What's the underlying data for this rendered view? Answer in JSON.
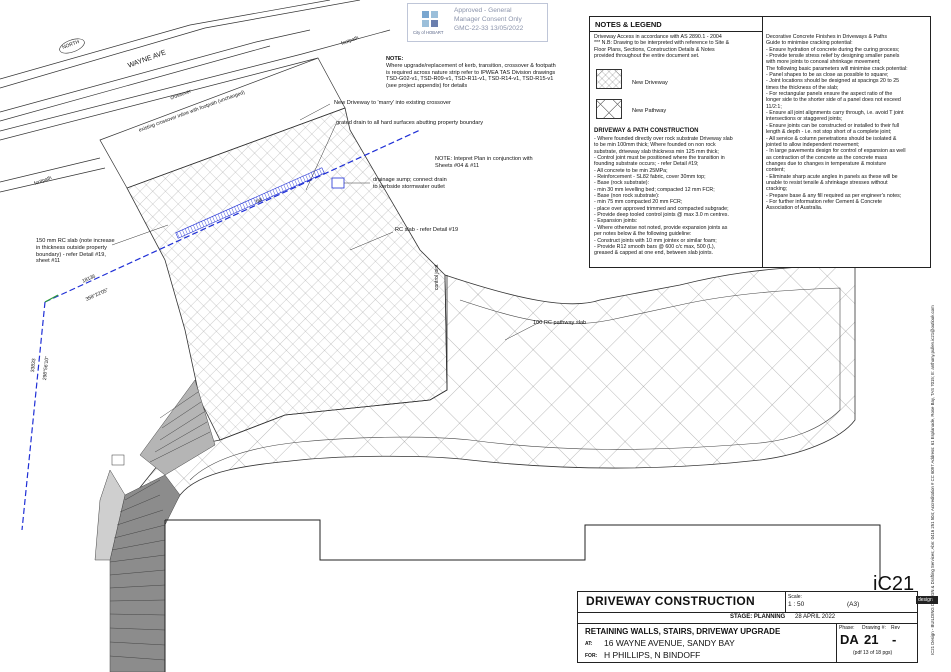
{
  "stamp": {
    "line1": "Approved - General",
    "line2": "Manager Consent Only",
    "line3": "GMC-22-33 13/05/2022",
    "logo_text": "City of HOBART"
  },
  "plan": {
    "north_label": "NORTH",
    "street": "WAYNE AVE",
    "footpath_top": "footpath",
    "footpath_left": "footpath",
    "crossover": "crossover",
    "existing_crossover": "existing crossover inline with footpath (unchanged)",
    "fall": "fall",
    "control_joint": "control joint",
    "bearing1_len": "18136",
    "bearing1_ang": "358°22'05\"",
    "bearing2_len": "33833",
    "bearing2_ang": "298°56'10\"",
    "note_title": "NOTE:",
    "note_lines": [
      "Where upgrade/replacement of kerb, transition, crossover & footpath",
      "is required across nature strip refer to IPWEA TAS Division drawings",
      "TSD-G02-v1, TSD-R09-v1, TSD-R11-v1, TSD-R14-v1, TSD-R15-v1",
      "(see project appendix) for details"
    ],
    "callout_new_driveway": "New Driveway to 'marry' into existing crossover",
    "callout_grated": "grated drain to all hard surfaces abutting property boundary",
    "note2_lines": [
      "NOTE: Intepret Plan in conjunction with",
      "Sheets #04 & #11"
    ],
    "callout_sump": [
      "drainage sump; connect drain",
      "to kerbside stormwater outlet"
    ],
    "callout_rc_slab": "RC slab - refer Detail #19",
    "callout_150": [
      "150 mm RC slab (note increase",
      "in thickness outside property",
      "boundary) - refer Detail #19,",
      "sheet #11"
    ],
    "callout_pathway": "100 RC pathway slab"
  },
  "legend": {
    "title": "NOTES & LEGEND",
    "access": "Driveway Access in accordance with AS 2890.1 - 2004",
    "nb_lines": [
      "*** N.B: Drawing to be interpreted with reference to Site &",
      "Floor Plans, Sections, Construction Details & Notes",
      "provided throughout the entire document set."
    ],
    "new_driveway": "New Driveway",
    "new_pathway": "New Pathway",
    "construction_title": "DRIVEWAY & PATH CONSTRUCTION",
    "construction_lines": [
      "- Where founded directly over rock substrate Driveway slab",
      "  to be min 100mm thick; Where founded on non rock",
      "  substrate, driveway slab thickness min 125 mm thick;",
      "- Control joint must be positioned where the transition in",
      "  founding substrate occurs; - refer Detail #19;",
      "- All concrete to be min 25MPa;",
      "- Reinforcement - SL82 fabric, cover 30mm top;",
      "- Base (rock substrate):",
      "  - min 30 mm levelling bed; compacted 12 mm FCR;",
      "- Base (non rock substrate):",
      "  - min 75 mm compacted  20 mm FCR;",
      "  - place over approved trimmed and compacted subgrade;",
      "- Provide deep tooled control joints @ max 3.0 m centres.",
      "- Expansion joints:",
      "  - Where otherwise not noted, provide expansion joints as",
      "    per notes below & the following guideline:",
      "  - Construct joints with 10 mm jointex or similar foam;",
      "  - Provide R12 smooth bars @ 600 c/c max, 500 (L),",
      "    greased & capped at one end, between slab joints."
    ],
    "right_lines": [
      "Decorative Concrete Finishes in Driveways & Paths",
      "Guide to minimise cracking potential:",
      "- Ensure hydration of concrete during the curing process;",
      "- Provide tensile stress relief by designing smaller panels",
      "  with more joints to conceal shrinkage movement;",
      "The following basic parameters will minimise crack potential:",
      "- Panel shapes to be as close as possible to square;",
      "- Joint locations should be designed at spacings 20 to 25",
      "  times the thickness of the slab;",
      "- For rectangular panels ensure the aspect ratio of the",
      "  longer side to the shorter side of a panel does not exceed",
      "  11/2:1;",
      "- Ensure all joint alignments carry through, i.e. avoid T joint",
      "  intersections or staggered joints;",
      "- Ensure joints can be constructed or installed to their full",
      "  length & depth - i.e. not stop short of a complete joint;",
      "- All service & column penetrations should be isolated &",
      "  jointed to allow independent movement;",
      "- In large pavements design for control of expansion as well",
      "  as contraction of the concrete as the concrete mass",
      "  changes due to changes in temperature & moisture",
      "  content;",
      "- Eliminate sharp acute angles in panels as these will be",
      "  unable to resist tensile & shrinkage stresses without",
      "  cracking;",
      "- Prepare base & any fill required as per engineer's notes;",
      "- For further information refer Cement & Concrete",
      "  Association of Australia."
    ]
  },
  "title_block": {
    "drawing_title": "DRIVEWAY CONSTRUCTION",
    "scale_label": "Scale:",
    "scale": "1 : 50",
    "paper": "(A3)",
    "stage": "STAGE: PLANNING",
    "date": "28 APRIL 2022",
    "project": "RETAINING WALLS, STAIRS, DRIVEWAY UPGRADE",
    "at_label": "AT:",
    "address": "16 WAYNE AVENUE, SANDY BAY",
    "for_label": "FOR:",
    "client": "H PHILLIPS, N BINDOFF",
    "phase_label": "Phase:",
    "drawing_label": "Drawing #:",
    "rev_label": "Rev",
    "phase": "DA",
    "drawing_no": "21",
    "rev": "-",
    "pages": "(pdf 13 of 18 pgs)",
    "logo": "iC21",
    "logo_sub": "design",
    "sidebar": "IC21 Design - BUILDING DESIGN & Drafting Services; Abn: 0416 251 504; Accreditation # CC 6097  Address: 61 Esplanade, Rose Bay, TAS 7015; E: anthony.pullen.ic21@outlook.com"
  },
  "colors": {
    "ink": "#111111",
    "boundary": "#1f2fd6",
    "boundary_green": "#2e9b3c",
    "hatch": "#9a9a9a",
    "stairs_dark": "#8c8c8c",
    "stairs_light": "#b5b5b5"
  }
}
